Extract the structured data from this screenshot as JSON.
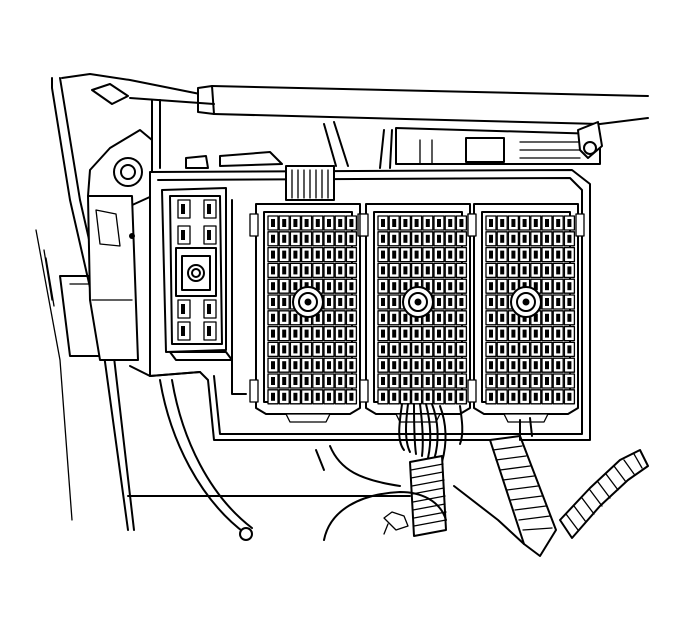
{
  "diagram": {
    "kind": "line-art technical illustration",
    "text_labels": [],
    "colors": {
      "line": "#000000",
      "background": "#ffffff"
    },
    "components": {
      "left_relay_block": {
        "cavity_rows": 4,
        "cavity_cols": 2
      },
      "connectors": {
        "count": 3,
        "rows": 12,
        "cols": 8
      }
    }
  }
}
